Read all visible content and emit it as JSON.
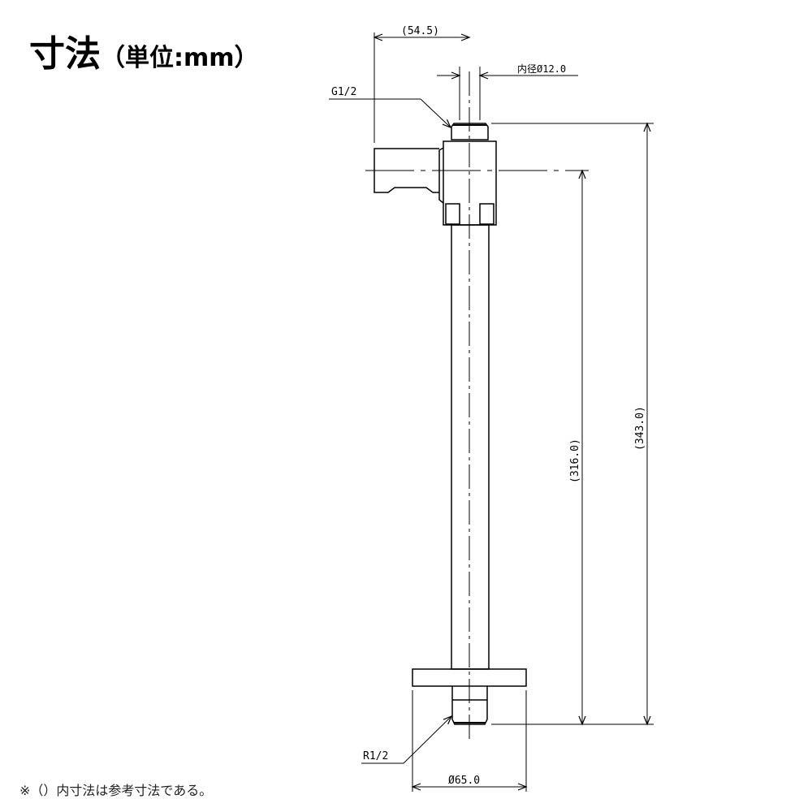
{
  "title": {
    "main": "寸法",
    "unit": "（単位:mm）"
  },
  "note": "※（）内寸法は参考寸法である。",
  "dimensions": {
    "offset": "(54.5)",
    "inner_diameter": "内径Ø12.0",
    "top_thread": "G1/2",
    "center_to_bottom": "(316.0)",
    "overall_height": "(343.0)",
    "bottom_thread": "R1/2",
    "flange_diameter": "Ø65.0"
  }
}
